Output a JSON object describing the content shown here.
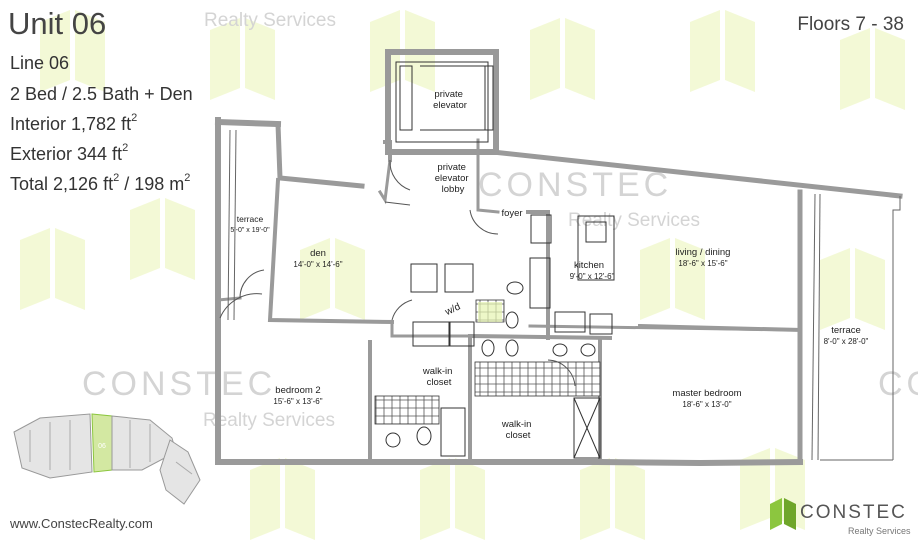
{
  "header": {
    "unit_title": "Unit 06",
    "floors": "Floors 7 - 38",
    "line": "Line 06",
    "beds_baths": "2 Bed / 2.5 Bath + Den",
    "interior_label": "Interior 1,782 ft",
    "exterior_label": "Exterior 344 ft",
    "total_label": "Total 2,126 ft",
    "total_metric": "/ 198 m",
    "sup_two": "2"
  },
  "rooms": {
    "private_elevator": [
      "private",
      "elevator"
    ],
    "elevator_lobby": [
      "private",
      "elevator",
      "lobby"
    ],
    "foyer": "foyer",
    "terrace_left": {
      "name": "terrace",
      "dims": "5'-0\" x 19'-0\""
    },
    "den": {
      "name": "den",
      "dims": "14'-0\" x 14'-6\""
    },
    "wd": "w/d",
    "kitchen": {
      "name": "kitchen",
      "dims": "9'-0\" x 12'-6\""
    },
    "living_dining": {
      "name": "living / dining",
      "dims": "18'-6\" x 15'-6\""
    },
    "terrace_right": {
      "name": "terrace",
      "dims": "8'-0\" x 28'-0\""
    },
    "bedroom2": {
      "name": "bedroom  2",
      "dims": "15'-6\" x 13'-6\""
    },
    "walkin1": [
      "walk-in",
      "closet"
    ],
    "walkin2": [
      "walk-in",
      "closet"
    ],
    "master_bedroom": {
      "name": "master bedroom",
      "dims": "18'-6\" x 13'-0\""
    }
  },
  "watermark": {
    "brand": "CONSTEC",
    "services": "Realty Services"
  },
  "keyplan": {
    "unit_label": "06"
  },
  "footer": {
    "website": "www.ConstecRealty.com",
    "logo_text": "CONSTEC",
    "logo_sub": "Realty Services"
  },
  "colors": {
    "accent_green": "#8cc63f",
    "watermark_green": "#f3f9d6",
    "wall_gray": "#9a9a9a"
  }
}
